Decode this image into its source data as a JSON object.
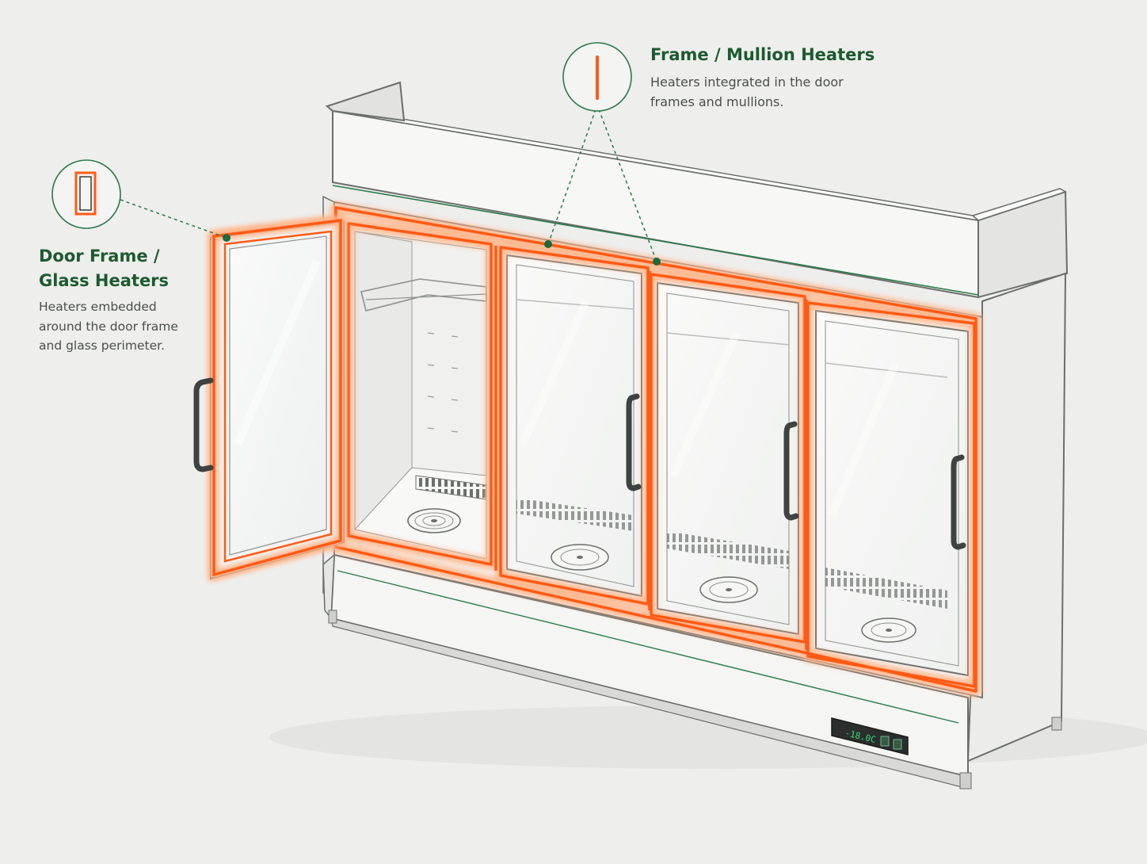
{
  "callouts": {
    "door_frame": {
      "title_line1": "Door Frame /",
      "title_line2": "Glass Heaters",
      "desc_line1": "Heaters embedded",
      "desc_line2": "around the door frame",
      "desc_line3": "and glass perimeter."
    },
    "mullion": {
      "title": "Frame / Mullion Heaters",
      "desc_line1": "Heaters integrated in the door",
      "desc_line2": "frames and mullions."
    }
  },
  "controller": {
    "display": "-18.0C"
  },
  "icons": {
    "door": "door-frame-heater-icon",
    "mullion": "mullion-heater-icon"
  },
  "colors": {
    "heater": "#ff5a14",
    "heater_glow": "#ffb58a",
    "accent_green": "#1d5a30",
    "leader": "#2a7a4a",
    "outline": "#6b6f6c",
    "body": "#f4f4f2",
    "background": "#eeeeec",
    "display_green": "#33dd77"
  }
}
